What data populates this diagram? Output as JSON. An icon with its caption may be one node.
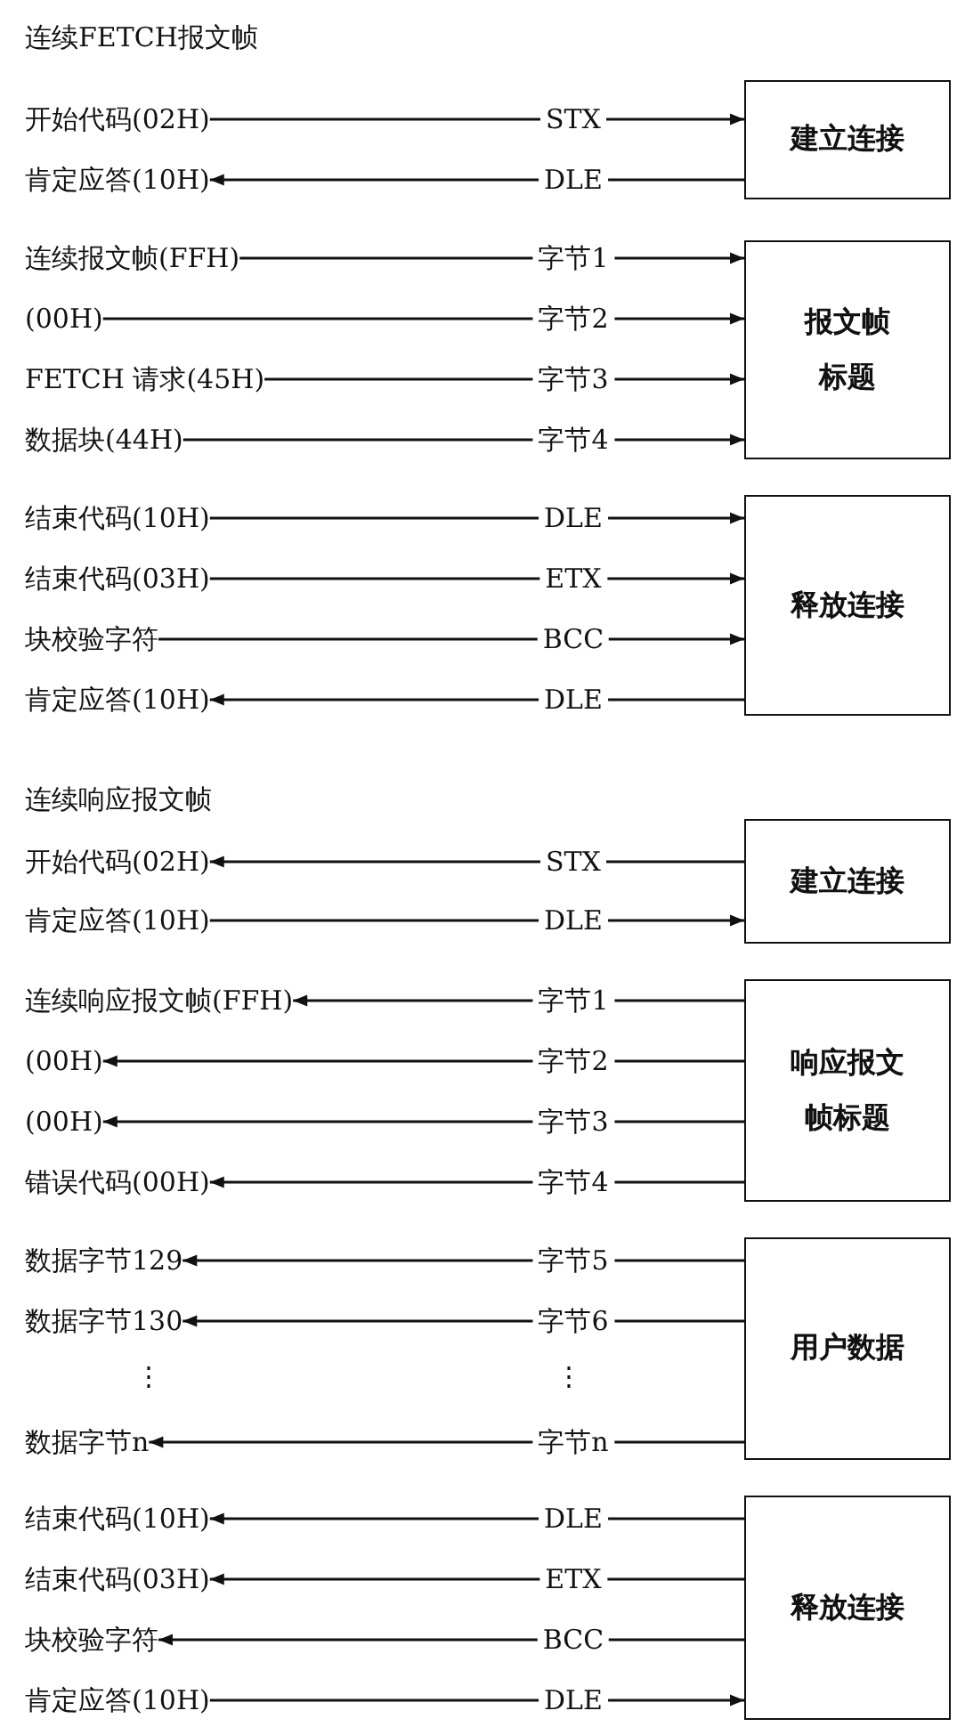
{
  "diagram": {
    "nodes": [
      {
        "text": [
          "开始代码(02H)"
        ]
      },
      {
        "text": [
          "肯定应答(10H)"
        ]
      },
      {
        "text": [
          "建立连接"
        ]
      },
      {
        "text": [
          "连续报文帧(FFH)"
        ]
      },
      {
        "text": [
          "(00H)"
        ]
      },
      {
        "text": [
          "FETCH 请求(45H)"
        ]
      },
      {
        "text": [
          "数据块(44H)"
        ]
      },
      {
        "text": [
          "报文帧标题"
        ]
      },
      {
        "text": [
          "结束代码(10H)"
        ]
      },
      {
        "text": [
          "结束代码(03H)"
        ]
      },
      {
        "text": [
          "块校验字符"
        ]
      },
      {
        "text": [
          "肯定应答(10H)"
        ]
      },
      {
        "text": [
          "释放连接"
        ]
      },
      {
        "text": [
          "开始代码(02H)"
        ]
      },
      {
        "text": [
          "肯定应答(10H)"
        ]
      },
      {
        "text": [
          "建立连接"
        ]
      },
      {
        "text": [
          "连续响应报文帧(FFH)"
        ]
      },
      {
        "text": [
          "(00H)"
        ]
      },
      {
        "text": [
          "(00H)"
        ]
      },
      {
        "text": [
          "错误代码(00H)"
        ]
      },
      {
        "text": [
          "响应报文帧标题"
        ]
      },
      {
        "text": [
          "数据字节129"
        ]
      },
      {
        "text": [
          "数据字节130"
        ]
      },
      {
        "text": [
          "数据字节n"
        ]
      },
      {
        "text": [
          "用户数据"
        ]
      },
      {
        "text": [
          "结束代码(10H)"
        ]
      },
      {
        "text": [
          "结束代码(03H)"
        ]
      },
      {
        "text": [
          "块校验字符"
        ]
      },
      {
        "text": [
          "肯定应答(10H)"
        ]
      },
      {
        "text": [
          "释放连接"
        ]
      }
    ],
    "edges": [
      {
        "from": 0,
        "to": 2,
        "arrow": "to",
        "label": "STX"
      },
      {
        "from": 2,
        "to": 1,
        "arrow": "to",
        "label": "DLE"
      },
      {
        "from": 3,
        "to": 7,
        "arrow": "to",
        "label": "字节1"
      },
      {
        "from": 4,
        "to": 7,
        "arrow": "to",
        "label": "字节2"
      },
      {
        "from": 5,
        "to": 7,
        "arrow": "to",
        "label": "字节3"
      },
      {
        "from": 6,
        "to": 7,
        "arrow": "to",
        "label": "字节4"
      },
      {
        "from": 8,
        "to": 12,
        "arrow": "to",
        "label": "DLE"
      },
      {
        "from": 9,
        "to": 12,
        "arrow": "to",
        "label": "ETX"
      },
      {
        "from": 10,
        "to": 12,
        "arrow": "to",
        "label": "BCC"
      },
      {
        "from": 12,
        "to": 11,
        "arrow": "to",
        "label": "DLE"
      },
      {
        "from": 15,
        "to": 13,
        "arrow": "to",
        "label": "STX"
      },
      {
        "from": 14,
        "to": 15,
        "arrow": "to",
        "label": "DLE"
      },
      {
        "from": 20,
        "to": 16,
        "arrow": "to",
        "label": "字节1"
      },
      {
        "from": 20,
        "to": 17,
        "arrow": "to",
        "label": "字节2"
      },
      {
        "from": 20,
        "to": 18,
        "arrow": "to",
        "label": "字节3"
      },
      {
        "from": 20,
        "to": 19,
        "arrow": "to",
        "label": "字节4"
      },
      {
        "from": 24,
        "to": 21,
        "arrow": "to",
        "label": "字节5"
      },
      {
        "from": 24,
        "to": 22,
        "arrow": "to",
        "label": "字节6"
      },
      {
        "from": 24,
        "to": 23,
        "arrow": "to",
        "label": "字节n"
      },
      {
        "from": 29,
        "to": 25,
        "arrow": "to",
        "label": "DLE"
      },
      {
        "from": 29,
        "to": 26,
        "arrow": "to",
        "label": "ETX"
      },
      {
        "from": 29,
        "to": 27,
        "arrow": "to",
        "label": "BCC"
      },
      {
        "from": 28,
        "to": 29,
        "arrow": "to",
        "label": "DLE"
      }
    ],
    "labels": [
      "连续FETCH报文帧",
      "连续响应报文帧",
      "⋮",
      "⋮"
    ]
  }
}
